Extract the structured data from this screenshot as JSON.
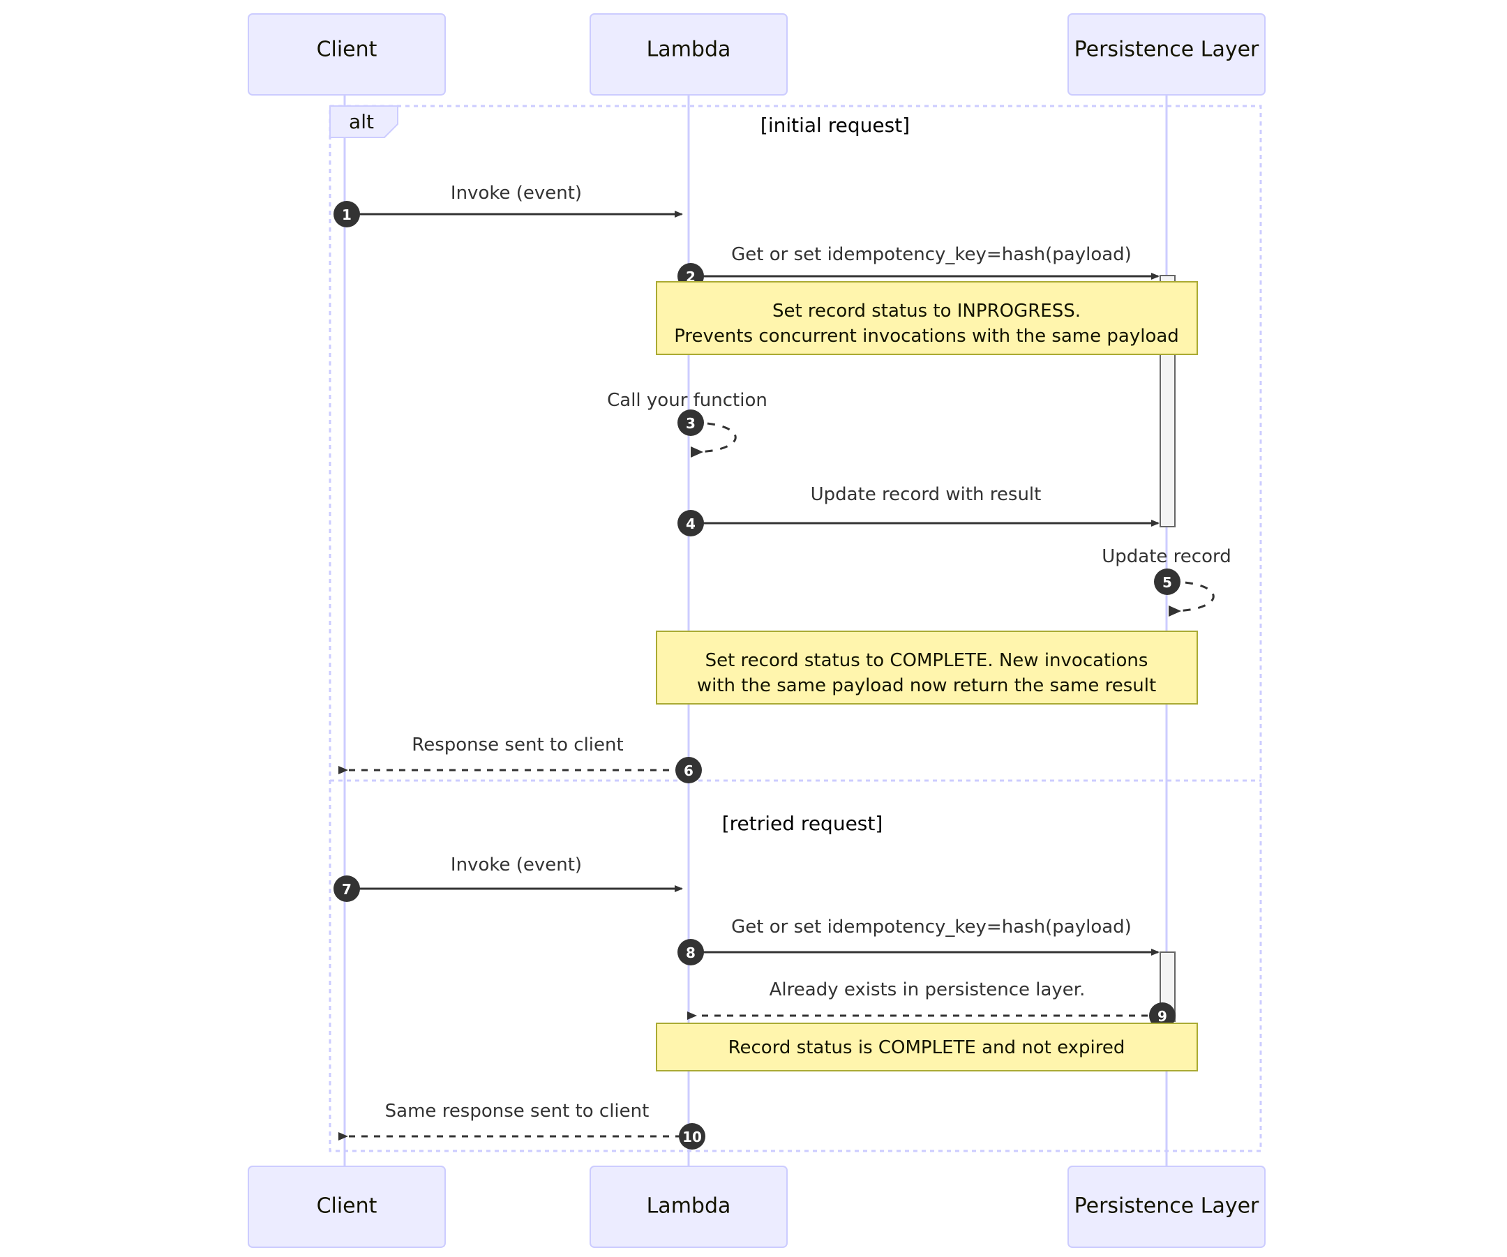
{
  "diagram": {
    "type": "sequence-diagram",
    "title": "",
    "colors": {
      "actor_fill": "#ECECFF",
      "actor_stroke": "#CCCCFF",
      "lifeline": "#CCCCFF",
      "note_fill": "#FFF5AD",
      "note_stroke": "#AAAA33",
      "message_line": "#333333",
      "sequence_badge": "#333333",
      "activation_fill": "#F4F4F4",
      "activation_stroke": "#666666",
      "background": "#FFFFFF"
    },
    "participants": [
      {
        "id": "client",
        "label": "Client"
      },
      {
        "id": "lambda",
        "label": "Lambda"
      },
      {
        "id": "persistence",
        "label": "Persistence Layer"
      }
    ],
    "participants_bottom": [
      {
        "id": "client",
        "label": "Client"
      },
      {
        "id": "lambda",
        "label": "Lambda"
      },
      {
        "id": "persistence",
        "label": "Persistence Layer"
      }
    ],
    "alt_block": {
      "keyword": "alt",
      "sections": [
        {
          "label": "[initial request]"
        },
        {
          "label": "[retried request]"
        }
      ]
    },
    "messages": [
      {
        "num": "1",
        "from": "client",
        "to": "lambda",
        "label": "Invoke (event)",
        "style": "solid-arrow"
      },
      {
        "num": "2",
        "from": "lambda",
        "to": "persistence",
        "label": "Get or set idempotency_key=hash(payload)",
        "style": "solid-arrow"
      },
      {
        "num": "3",
        "from": "lambda",
        "to": "lambda",
        "label": "Call your function",
        "style": "dashed-selfloop"
      },
      {
        "num": "4",
        "from": "lambda",
        "to": "persistence",
        "label": "Update record with result",
        "style": "solid-arrow"
      },
      {
        "num": "5",
        "from": "persistence",
        "to": "persistence",
        "label": "Update record",
        "style": "dashed-selfloop"
      },
      {
        "num": "6",
        "from": "lambda",
        "to": "client",
        "label": "Response sent to client",
        "style": "dashed-arrow"
      },
      {
        "num": "7",
        "from": "client",
        "to": "lambda",
        "label": "Invoke (event)",
        "style": "solid-arrow"
      },
      {
        "num": "8",
        "from": "lambda",
        "to": "persistence",
        "label": "Get or set idempotency_key=hash(payload)",
        "style": "solid-arrow"
      },
      {
        "num": "9",
        "from": "persistence",
        "to": "lambda",
        "label": "Already exists in persistence layer.",
        "style": "dashed-arrow"
      },
      {
        "num": "10",
        "from": "lambda",
        "to": "client",
        "label": "Same response sent to client",
        "style": "dashed-arrow"
      }
    ],
    "notes": [
      {
        "id": "note-inprogress",
        "lines": [
          "Set record status to INPROGRESS.",
          "Prevents concurrent invocations with the same payload"
        ]
      },
      {
        "id": "note-complete",
        "lines": [
          "Set record status to COMPLETE. New invocations",
          "with the same payload now return the same result"
        ]
      },
      {
        "id": "note-record-complete-not-expired",
        "lines": [
          "Record status is COMPLETE and not expired"
        ]
      }
    ]
  }
}
